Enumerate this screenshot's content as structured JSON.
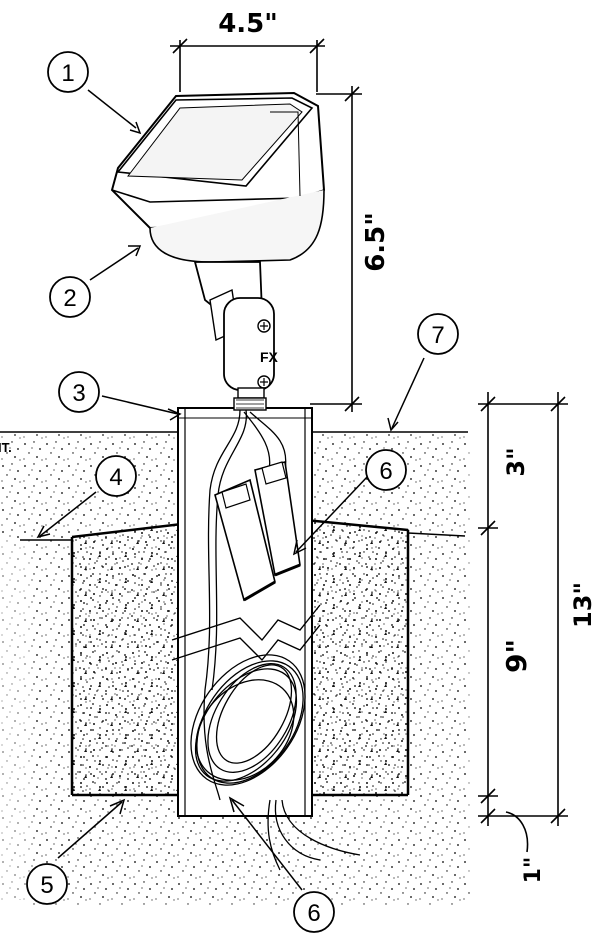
{
  "dimensions": {
    "fixture_width": "4.5\"",
    "fixture_height": "6.5\"",
    "above_concrete": "3\"",
    "concrete_depth": "9\"",
    "total_depth": "13\"",
    "below_concrete": "1\""
  },
  "callouts": [
    "1",
    "2",
    "3",
    "4",
    "5",
    "6",
    "6",
    "7"
  ],
  "fixture_brand": "FX",
  "edge_label": "IT."
}
